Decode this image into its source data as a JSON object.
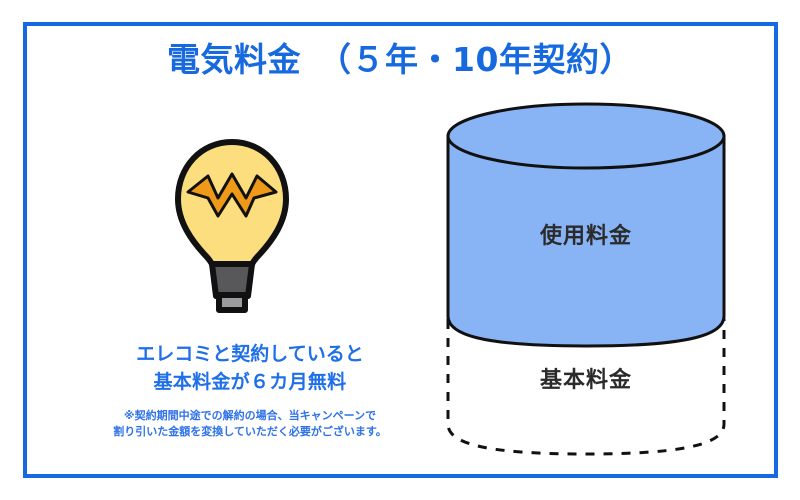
{
  "page": {
    "background_color": "#ffffff",
    "frame_color": "#1769e0"
  },
  "title": {
    "text": "電気料金　（５年・10年契約）",
    "color": "#1769e0"
  },
  "illustration": {
    "bulb": {
      "icon": "lightbulb-icon",
      "glass_color": "#FCDE7F",
      "filament_color": "#EE9A18",
      "cap_color": "#58585A",
      "tip_color": "#9C9C9E",
      "outline_color": "#111111"
    }
  },
  "promo": {
    "line1": "エレコミと契約していると",
    "line2": "基本料金が６カ月無料",
    "color": "#1f6fe8"
  },
  "notes": {
    "line1": "※契約期間中途での解約の場合、当キャンペーンで",
    "line2": "割り引いた金額を変換していただく必要がございます。",
    "color": "#2f72e8"
  },
  "diagram": {
    "name": "electricity-bill-cylinder",
    "usage_label": "使用料金",
    "basic_label": "基本料金",
    "usage_fill_color": "#88b3f5",
    "basic_fill_color": "#ffffff",
    "solid_stroke_color": "#111111",
    "dashed_stroke_color": "#111111",
    "label_color": "#2b2b2b"
  }
}
